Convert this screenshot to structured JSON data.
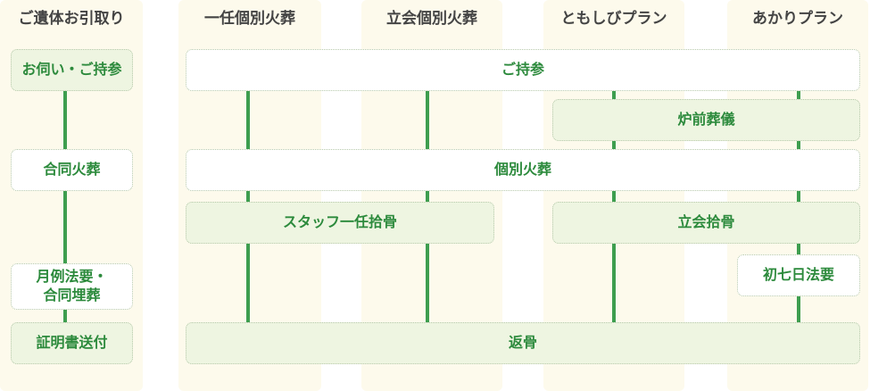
{
  "columns": [
    {
      "header": "ご遺体お引取り"
    },
    {
      "header": "一任個別火葬"
    },
    {
      "header": "立会個別火葬"
    },
    {
      "header": "ともしびプラン"
    },
    {
      "header": "あかりプラン"
    }
  ],
  "steps": {
    "visit": "お伺い・ご持参",
    "bring": "ご持参",
    "pre_furnace_ceremony": "炉前葬儀",
    "joint_cremation": "合同火葬",
    "individual_cremation": "個別火葬",
    "staff_bone_collection": "スタッフ一任拾骨",
    "attended_bone_collection": "立会拾骨",
    "first_seventh_day": "初七日法要",
    "memorial_line1": "月例法要・",
    "memorial_line2": "合同埋葬",
    "certificate": "証明書送付",
    "return_bones": "返骨"
  },
  "colors": {
    "connector": "#3e9e4f",
    "text": "#2c8a3c",
    "column_background": "#fdfaec",
    "green_box": "#eef5e1"
  }
}
